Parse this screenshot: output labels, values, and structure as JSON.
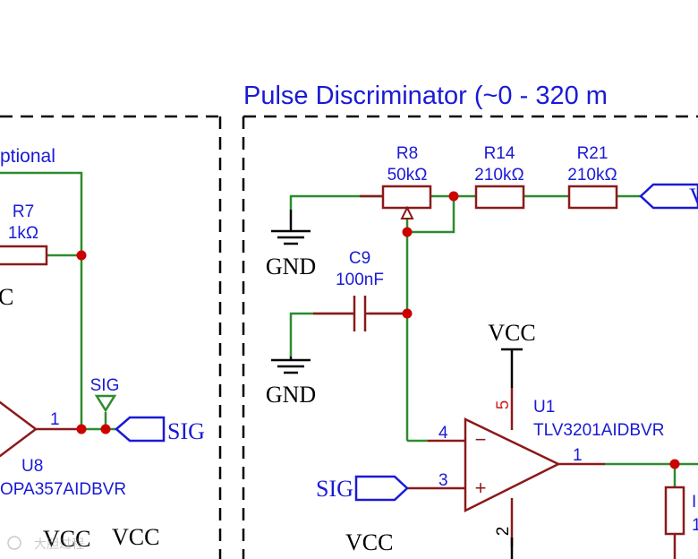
{
  "sheet": {
    "title": "Pulse Discriminator (~0 - 320 m",
    "optional_note": "ptional"
  },
  "components": {
    "r7": {
      "ref": "R7",
      "value": "1kΩ"
    },
    "r8": {
      "ref": "R8",
      "value": "50kΩ"
    },
    "r14": {
      "ref": "R14",
      "value": "210kΩ"
    },
    "r21": {
      "ref": "R21",
      "value": "210kΩ"
    },
    "c9": {
      "ref": "C9",
      "value": "100nF"
    },
    "u1": {
      "ref": "U1",
      "part": "TLV3201AIDBVR"
    },
    "u8": {
      "ref": "U8",
      "part": "OPA357AIDBVR"
    }
  },
  "pins": {
    "u8_out": "1",
    "u1_inv": "4",
    "u1_noninv": "3",
    "u1_vcc": "5",
    "u1_gnd": "2",
    "u1_out": "1",
    "minus": "−",
    "plus": "+"
  },
  "nets": {
    "gnd_1": "GND",
    "gnd_2": "GND",
    "vcc_u1": "VCC",
    "vcc_left_partial": "C",
    "vcc_bottom_1": "VCC",
    "vcc_bottom_2": "VCC",
    "vcc_bottom_3": "VCC",
    "sig_flag": "SIG",
    "sig_port_out": "SIG",
    "sig_port_in": "SIG",
    "v_port_partial": "V"
  },
  "partial_labels": {
    "right_edge_1": "I",
    "right_edge_2": "1"
  },
  "watermark": "大胆过程",
  "colors": {
    "wire": "#2e8b2e",
    "component": "#8b1a1a",
    "junction": "#cc0000",
    "text_blue": "#1a1ad6",
    "port": "#1a1ad6",
    "black": "#000000",
    "pin_red": "#cc2222"
  }
}
